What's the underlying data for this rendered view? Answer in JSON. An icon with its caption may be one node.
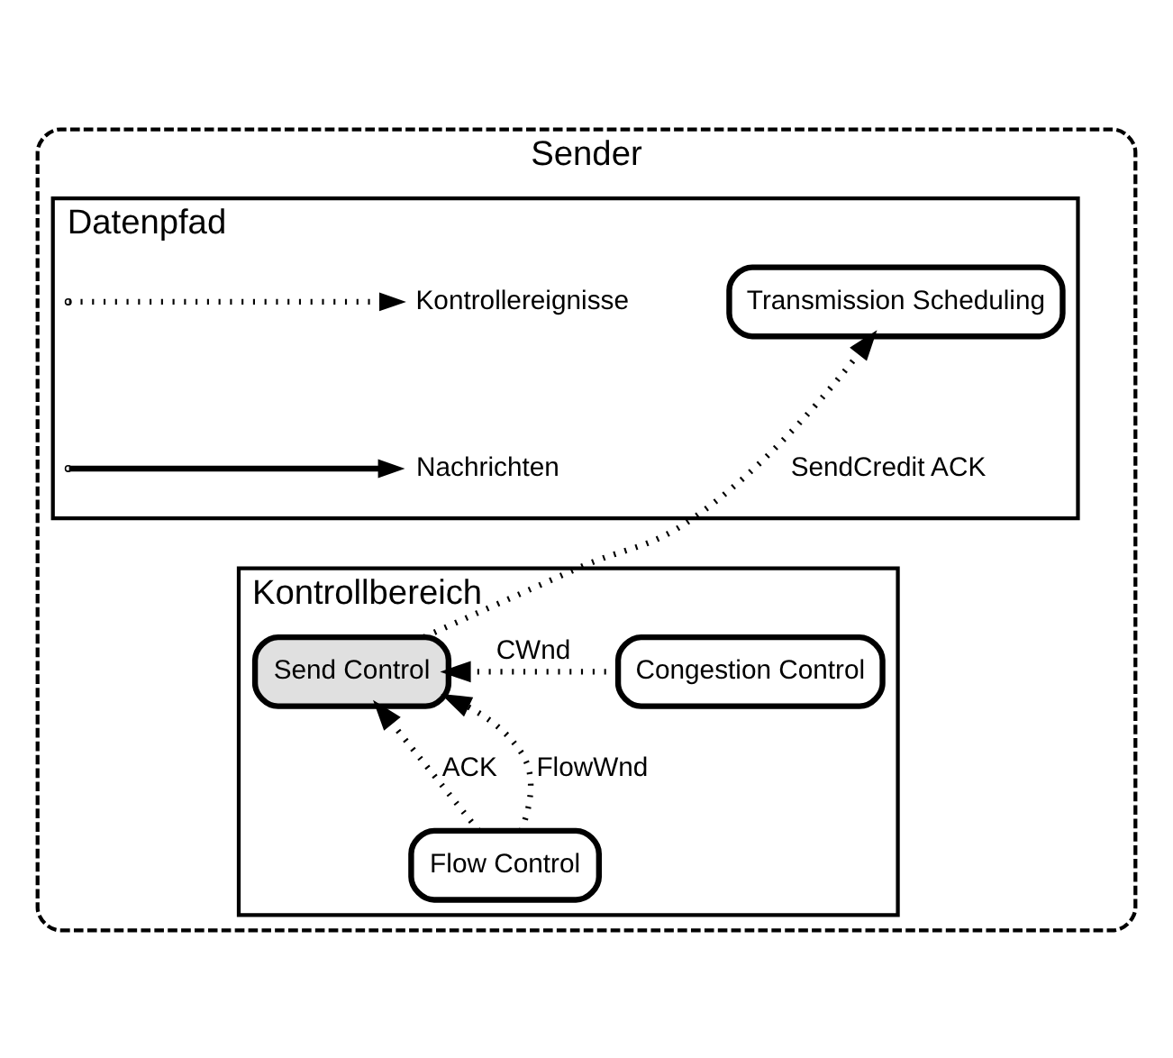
{
  "diagram": {
    "nodes": [
      {
        "text": [
          "Sender"
        ]
      },
      {
        "text": [
          "Datenpfad"
        ],
        "in": 0
      },
      {
        "text": [
          "Kontrollbereich"
        ],
        "in": 0
      },
      {
        "text": [
          "Transmission Scheduling"
        ],
        "in": 1
      },
      {
        "text": [
          "Send Control"
        ],
        "in": 2
      },
      {
        "text": [
          "Congestion Control"
        ],
        "in": 2
      },
      {
        "text": [
          "Flow Control"
        ],
        "in": 2
      }
    ],
    "edges": [
      {
        "from": 4,
        "to": 3,
        "arrow": "to",
        "label": "SendCredit ACK",
        "style": "dashed"
      },
      {
        "from": 5,
        "to": 4,
        "arrow": "to",
        "label": "CWnd",
        "style": "dashed"
      },
      {
        "from": 6,
        "to": 4,
        "arrow": "to",
        "label": "ACK",
        "style": "dashed"
      },
      {
        "from": 6,
        "to": 4,
        "arrow": "to",
        "label": "FlowWnd",
        "style": "dashed"
      }
    ],
    "legend": [
      {
        "text": "Kontrollereignisse"
      },
      {
        "text": "Nachrichten"
      }
    ]
  }
}
